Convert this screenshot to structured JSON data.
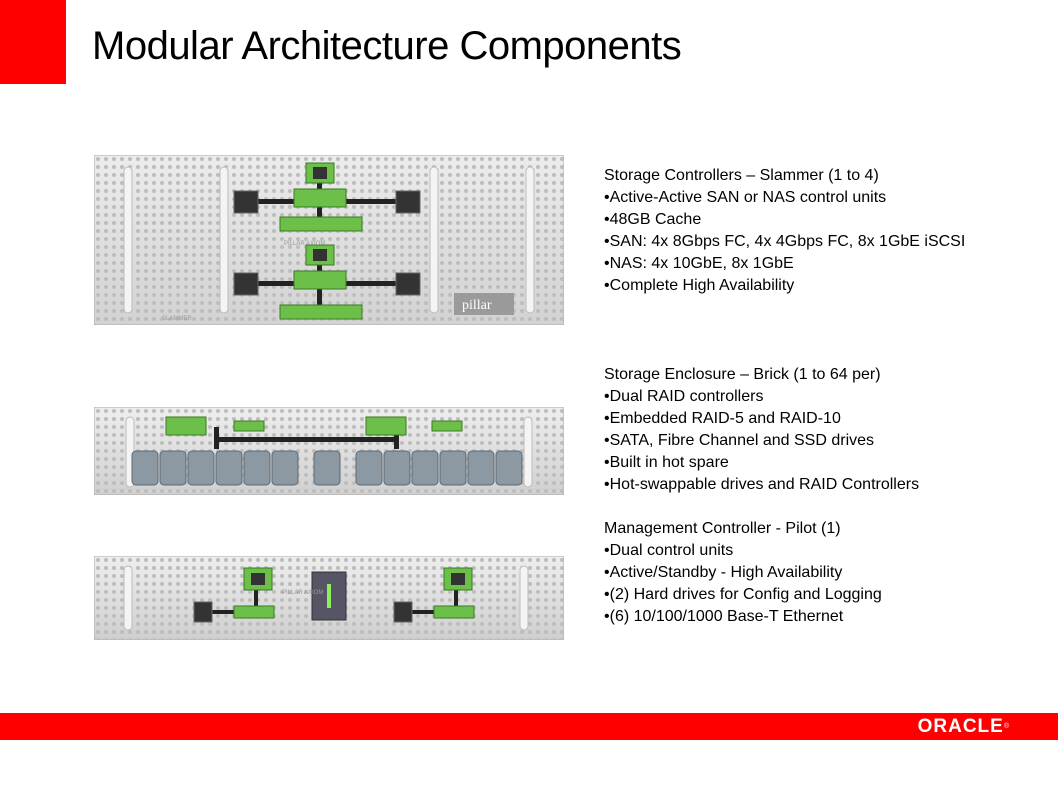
{
  "slide": {
    "title": "Modular Architecture Components"
  },
  "sections": [
    {
      "heading": "Storage Controllers – Slammer (1 to 4)",
      "bullets": [
        "Active-Active SAN or NAS control units",
        "48GB Cache",
        "SAN: 4x 8Gbps FC, 4x 4Gbps FC, 8x 1GbE iSCSI",
        "NAS: 4x 10GbE, 8x 1GbE",
        "Complete High Availability"
      ]
    },
    {
      "heading": "Storage Enclosure – Brick (1 to 64 per)",
      "bullets": [
        "Dual RAID controllers",
        "Embedded RAID-5 and RAID-10",
        "SATA, Fibre Channel and SSD drives",
        "Built in hot spare",
        "Hot-swappable drives and RAID Controllers"
      ]
    },
    {
      "heading": "Management Controller - Pilot (1)",
      "bullets": [
        "Dual control units",
        "Active/Standby - High Availability",
        "(2) Hard drives for Config and Logging",
        "(6) 10/100/1000 Base-T Ethernet"
      ]
    }
  ],
  "hardware": {
    "slammer_label": "SLAMMER",
    "pillar_axiom_label": "PILLAR     AXIOM",
    "pilot_label": "PILLAR     AXIOM",
    "pillar_badge": "pillar"
  },
  "footer": {
    "logo": "ORACLE",
    "registered": "®"
  },
  "colors": {
    "accent": "#ff0000",
    "board_green": "#6cc04a",
    "chip_dark": "#333333"
  }
}
